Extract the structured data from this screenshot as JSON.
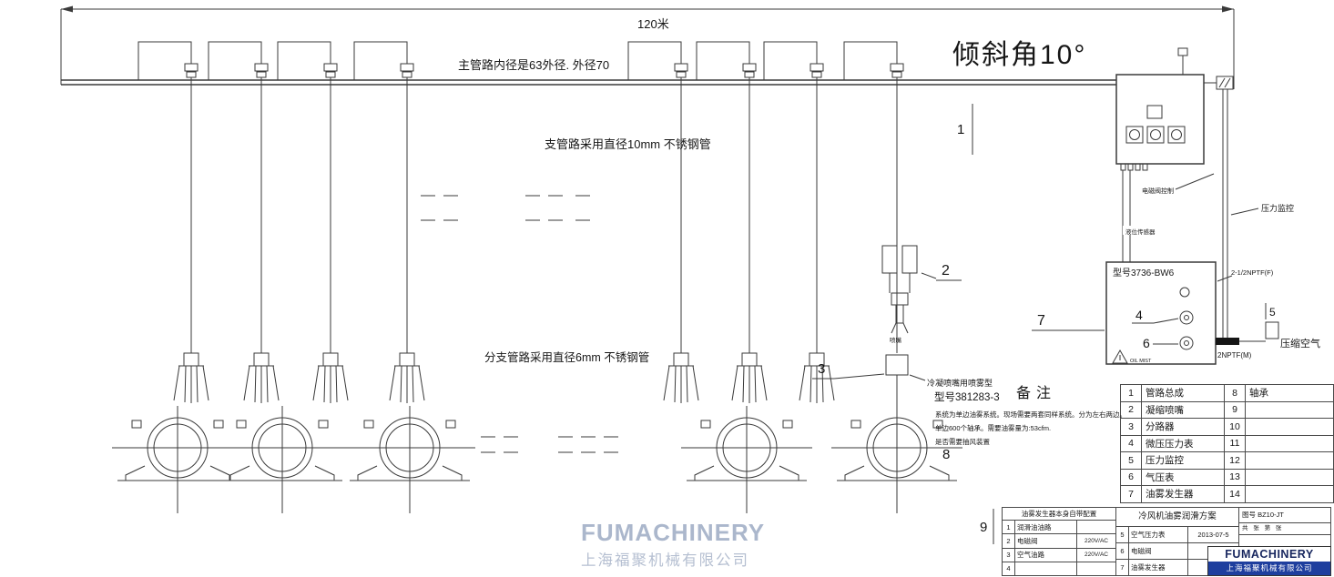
{
  "annotations": {
    "dim_length": "120米",
    "main_pipe_note": "主管路内径是63外径. 外径70",
    "branch_note": "支管路采用直径10mm 不锈钢管",
    "sub_branch_note": "分支管路采用直径6mm 不锈钢管",
    "incline": "倾斜角10°",
    "condenser_nozzle_line1": "冷凝喷嘴用喷雾型",
    "condenser_nozzle_line2": "型号381283-3",
    "generator_model": "型号3736-BW6",
    "warning_label": "OIL MIST",
    "fitting_spec_female": "2-1/2NPTF(F)",
    "fitting_spec_male": "2NPTF(M)",
    "compressed_air": "压缩空气",
    "pressure_monitor": "压力监控",
    "solenoid_control": "电磁阀控制",
    "level_sensor": "液位传感器",
    "nozzle_label": "喷嘴"
  },
  "callouts": {
    "c1": "1",
    "c2": "2",
    "c3": "3",
    "c4": "4",
    "c5": "5",
    "c6": "6",
    "c7": "7",
    "c8": "8",
    "c9": "9"
  },
  "notes": {
    "title": "备注",
    "line1": "系统为单边油雾系统。现场需要两套同样系统。分为左右两边。",
    "line2": "单边600个轴承。需要油雾量为:53cfm.",
    "line3": "是否需要抽风装置"
  },
  "parts_table": {
    "rows": [
      [
        "1",
        "管路总成",
        "8",
        "轴承"
      ],
      [
        "2",
        "凝缩喷嘴",
        "9",
        ""
      ],
      [
        "3",
        "分路器",
        "10",
        ""
      ],
      [
        "4",
        "微压压力表",
        "11",
        ""
      ],
      [
        "5",
        "压力监控",
        "12",
        ""
      ],
      [
        "6",
        "气压表",
        "13",
        ""
      ],
      [
        "7",
        "油雾发生器",
        "14",
        ""
      ]
    ]
  },
  "title_block": {
    "left_header": "油雾发生器本身自带配置",
    "left_rows": [
      [
        "1",
        "润滑油油路",
        ""
      ],
      [
        "2",
        "电磁阀",
        "220V/AC"
      ],
      [
        "3",
        "空气油路",
        "220V/AC"
      ],
      [
        "4",
        "",
        ""
      ]
    ],
    "drawing_title": "冷风机油雾润滑方案",
    "middle_rows": [
      [
        "5",
        "空气压力表",
        "2013-07-5"
      ],
      [
        "6",
        "电磁阀",
        ""
      ],
      [
        "7",
        "油雾发生器",
        ""
      ]
    ],
    "doc_no": "图号 BZ10-JT",
    "sheet_info": "共 张 第 张",
    "logo": "FUMACHINERY",
    "company": "上海福聚机械有限公司"
  },
  "watermark": {
    "brand": "FUMACHINERY",
    "company": "上海福聚机械有限公司"
  },
  "colors": {
    "line": "#3a3a3a",
    "logo_navy": "#17265e",
    "logo_blue": "#1e3e9e",
    "watermark": "#788aac"
  }
}
